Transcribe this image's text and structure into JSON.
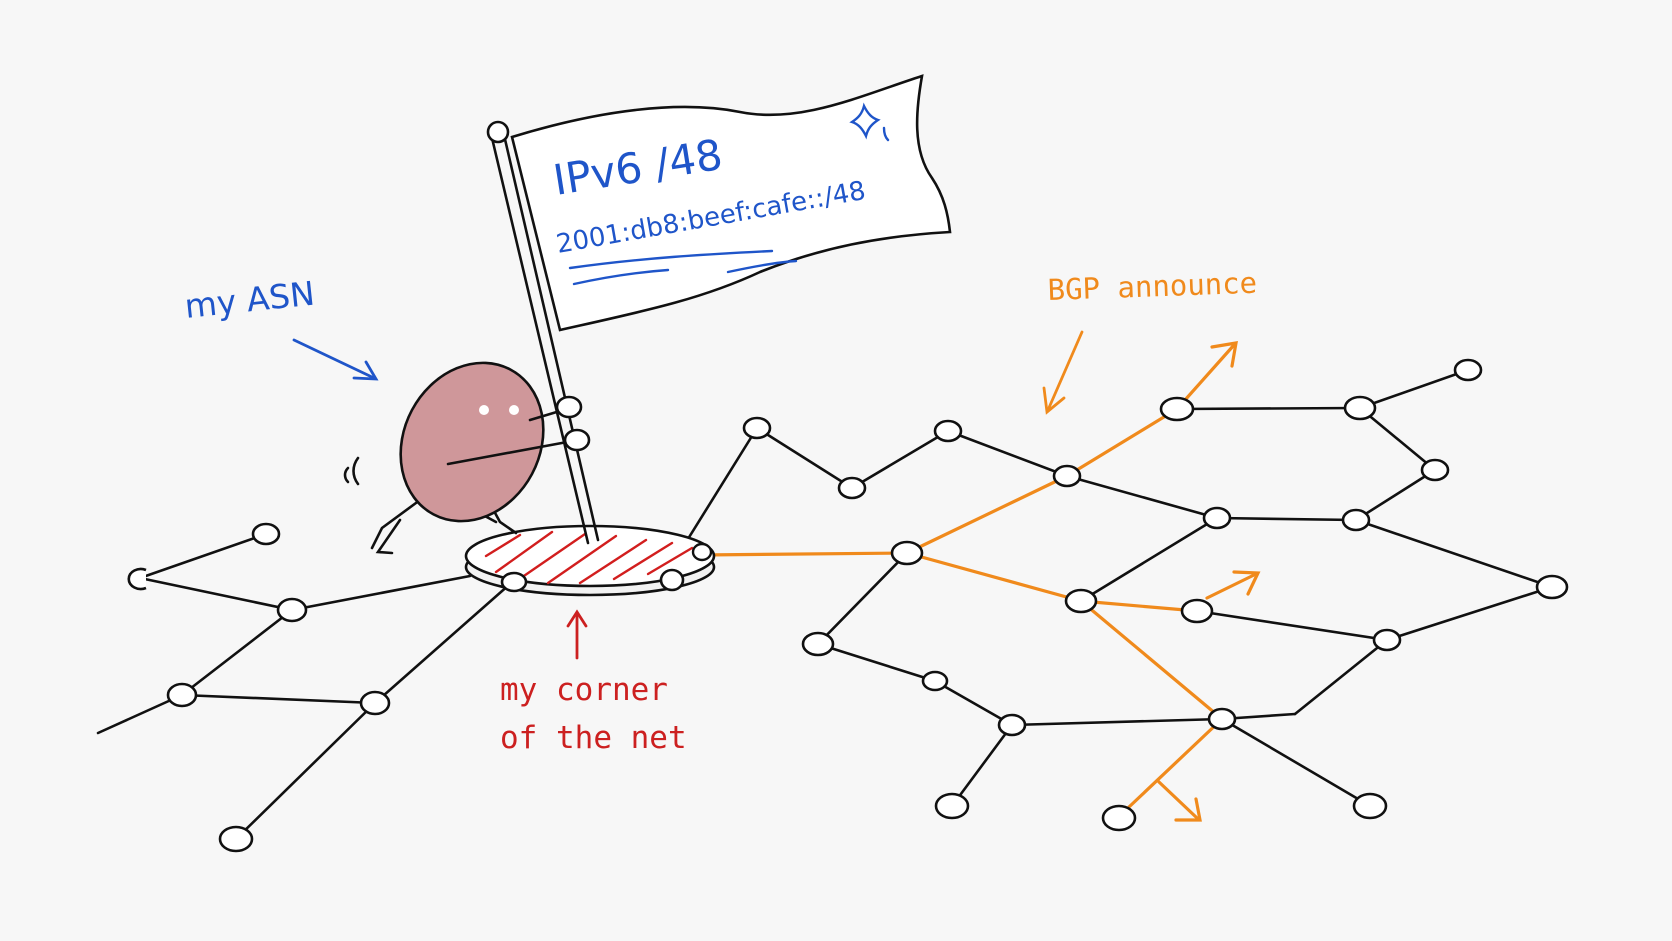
{
  "labels": {
    "asn": "my ASN",
    "corner_line1": "my corner",
    "corner_line2": "of the net",
    "bgp": "BGP announce"
  },
  "flag": {
    "title": "IPv6 /48",
    "prefix": "2001:db8:beef:cafe::/48"
  },
  "colors": {
    "background": "#f7f7f7",
    "ink": "#111111",
    "blue": "#1f55c9",
    "red": "#cc2020",
    "orange": "#f08a1c",
    "blob": "#cf979a"
  },
  "icons": [
    "flag-icon",
    "sparkle-icon",
    "creature-icon",
    "manhole-icon"
  ]
}
